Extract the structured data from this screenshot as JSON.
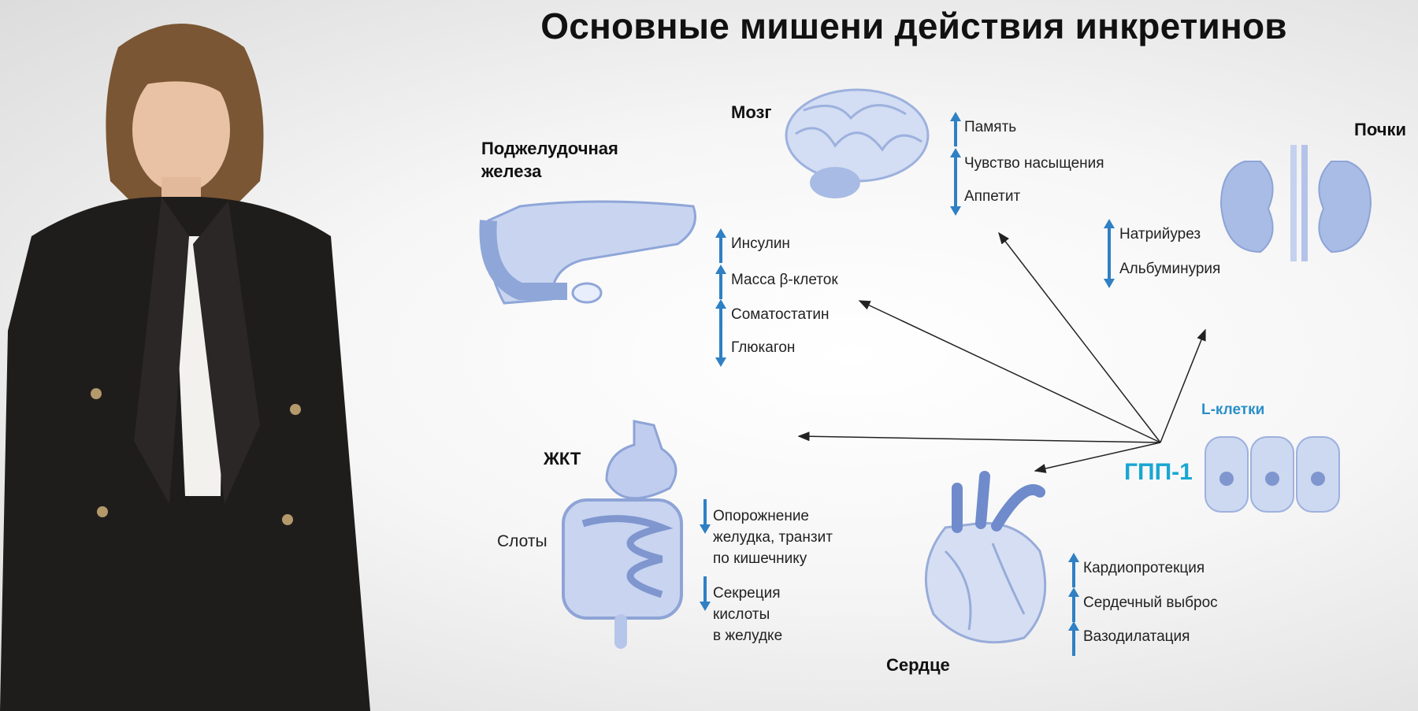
{
  "slide": {
    "title": "Основные мишени действия инкретинов",
    "colors": {
      "arrow_blue": "#2f80c4",
      "organ_blue": "#9fb4e0",
      "gpp_cyan": "#1aa6d2",
      "lcell_blue": "#2a8fc9",
      "pointer": "#222222"
    },
    "hub": {
      "label": "ГПП-1",
      "cells_label": "L-клетки"
    },
    "organs": {
      "pancreas": {
        "label_line1": "Поджелудочная",
        "label_line2": "железа",
        "effects": [
          {
            "text": "Инсулин",
            "direction": "up"
          },
          {
            "text": "Масса β-клеток",
            "direction": "up"
          },
          {
            "text": "Соматостатин",
            "direction": "up"
          },
          {
            "text": "Глюкагон",
            "direction": "down"
          }
        ]
      },
      "brain": {
        "label": "Мозг",
        "effects": [
          {
            "text": "Память",
            "direction": "up"
          },
          {
            "text": "Чувство насыщения",
            "direction": "up"
          },
          {
            "text": "Аппетит",
            "direction": "down"
          }
        ]
      },
      "kidneys": {
        "label": "Почки",
        "effects": [
          {
            "text": "Натрийурез",
            "direction": "up"
          },
          {
            "text": "Альбуминурия",
            "direction": "down"
          }
        ]
      },
      "gi": {
        "label": "ЖКТ",
        "side_label": "Слоты",
        "effects": [
          {
            "lines": [
              "Опорожнение",
              "желудка, транзит",
              "по кишечнику"
            ],
            "direction": "down"
          },
          {
            "lines": [
              "Секреция",
              "кислоты",
              "в желудке"
            ],
            "direction": "down"
          }
        ]
      },
      "heart": {
        "label": "Сердце",
        "effects": [
          {
            "text": "Кардиопротекция",
            "direction": "up"
          },
          {
            "text": "Сердечный выброс",
            "direction": "up"
          },
          {
            "text": "Вазодилатация",
            "direction": "up"
          }
        ]
      }
    }
  }
}
